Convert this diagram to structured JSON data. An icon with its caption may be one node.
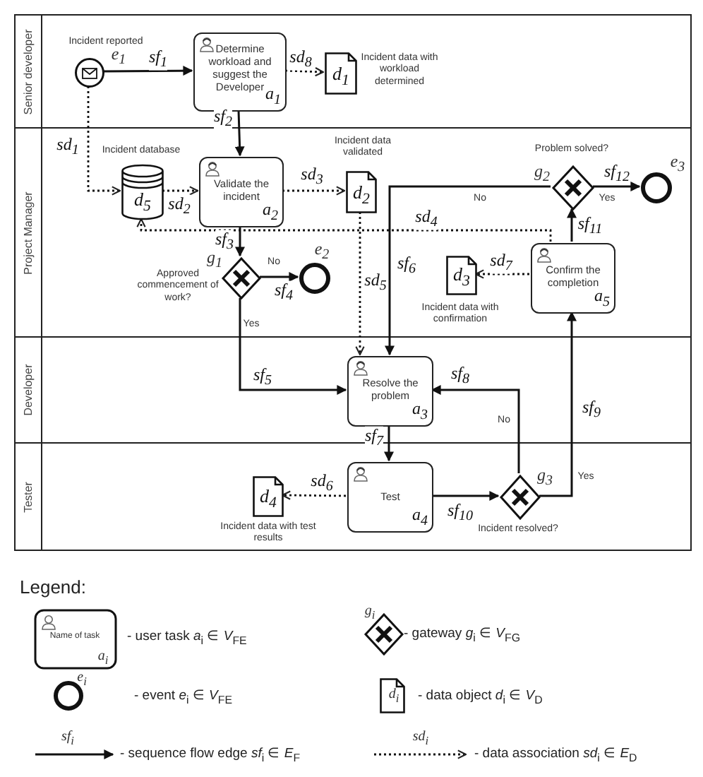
{
  "diagram": {
    "nodes": [
      {
        "text": [
          "Senior developer"
        ]
      },
      {
        "text": [
          "Project Manager"
        ]
      },
      {
        "text": [
          "Developer"
        ]
      },
      {
        "text": [
          "Tester"
        ]
      },
      {
        "text": [],
        "shape": "circle",
        "in": 0,
        "beside": [
          "Incident reported",
          "e$_{1}$"
        ]
      },
      {
        "text": [
          "Determine workload and suggest the Developer",
          "a$_{1}$"
        ],
        "in": 0
      },
      {
        "text": [
          "d$_{1}$"
        ],
        "in": 0,
        "beside": [
          "Incident data with workload determined"
        ]
      },
      {
        "text": [
          "d$_{5}$"
        ],
        "in": 1,
        "beside": [
          "Incident database"
        ]
      },
      {
        "text": [
          "Validate the incident",
          "a$_{2}$"
        ],
        "in": 1
      },
      {
        "text": [
          "d$_{2}$"
        ],
        "in": 1,
        "beside": [
          "Incident data validated"
        ]
      },
      {
        "text": [],
        "shape": "diamond",
        "in": 1,
        "beside": [
          "g$_{1}$",
          "Approved commencement of work?"
        ]
      },
      {
        "text": [],
        "shape": "circle",
        "in": 1,
        "beside": [
          "e$_{2}$"
        ]
      },
      {
        "text": [],
        "shape": "diamond",
        "in": 1,
        "beside": [
          "Problem solved?",
          "g$_{2}$"
        ]
      },
      {
        "text": [],
        "shape": "circle",
        "in": 1,
        "beside": [
          "e$_{3}$"
        ]
      },
      {
        "text": [
          "d$_{3}$"
        ],
        "in": 1,
        "beside": [
          "Incident data with confirmation"
        ]
      },
      {
        "text": [
          "Confirm the completion",
          "a$_{5}$"
        ],
        "in": 1
      },
      {
        "text": [
          "Resolve the problem",
          "a$_{3}$"
        ],
        "in": 2
      },
      {
        "text": [
          "d$_{4}$"
        ],
        "in": 3,
        "beside": [
          "Incident data with test results"
        ]
      },
      {
        "text": [
          "Test",
          "a$_{4}$"
        ],
        "in": 3
      },
      {
        "text": [],
        "shape": "diamond",
        "in": 3,
        "beside": [
          "g$_{3}$",
          "Incident resolved?"
        ]
      }
    ],
    "edges": [
      {
        "from": 4,
        "to": 5,
        "arrow": "to",
        "label": "sf$_{1}$"
      },
      {
        "from": 5,
        "to": 6,
        "arrow": "to",
        "label": "sd$_{8}$",
        "style": "dashed"
      },
      {
        "from": 5,
        "to": 8,
        "arrow": "to",
        "label": "sf$_{2}$"
      },
      {
        "from": 4,
        "to": 7,
        "arrow": "to",
        "label": "sd$_{1}$",
        "style": "dashed"
      },
      {
        "from": 7,
        "to": 8,
        "arrow": "to",
        "label": "sd$_{2}$",
        "style": "dashed"
      },
      {
        "from": 8,
        "to": 9,
        "arrow": "to",
        "label": "sd$_{3}$",
        "style": "dashed"
      },
      {
        "from": 8,
        "to": 10,
        "arrow": "to",
        "label": "sf$_{3}$"
      },
      {
        "from": 10,
        "to": 11,
        "arrow": "to",
        "label": "sf$_{4}$"
      },
      {
        "from": 10,
        "to": 16,
        "arrow": "to",
        "label": "sf$_{5}$"
      },
      {
        "from": 15,
        "to": 7,
        "arrow": "to",
        "label": "sd$_{4}$",
        "style": "dashed"
      },
      {
        "from": 9,
        "to": 16,
        "arrow": "to",
        "label": "sd$_{5}$",
        "style": "dashed"
      },
      {
        "from": 12,
        "to": 16,
        "arrow": "to",
        "label": "sf$_{6}$"
      },
      {
        "from": 15,
        "to": 14,
        "arrow": "to",
        "label": "sd$_{7}$",
        "style": "dashed"
      },
      {
        "from": 15,
        "to": 12,
        "arrow": "to",
        "label": "sf$_{11}$"
      },
      {
        "from": 12,
        "to": 13,
        "arrow": "to",
        "label": "sf$_{12}$"
      },
      {
        "from": 16,
        "to": 18,
        "arrow": "to",
        "label": "sf$_{7}$"
      },
      {
        "from": 18,
        "to": 17,
        "arrow": "to",
        "label": "sd$_{6}$",
        "style": "dashed"
      },
      {
        "from": 18,
        "to": 19,
        "arrow": "to",
        "label": "sf$_{10}$"
      },
      {
        "from": 19,
        "to": 16,
        "arrow": "to",
        "label": "sf$_{8}$"
      },
      {
        "from": 19,
        "to": 15,
        "arrow": "to",
        "label": "sf$_{9}$"
      }
    ],
    "labels": [
      "No",
      "Yes",
      "No",
      "Yes",
      "No",
      "Yes",
      "Legend:",
      "Name of task",
      "a$_{i}$",
      "g$_{i}$",
      "e$_{i}$",
      "d$_{i}$",
      "sf$_{i}$",
      "sd$_{i}$"
    ],
    "legend": [
      {
        "text": "- user task *a*$_{i}$ ∈ *V*$_{FE}$"
      },
      {
        "text": "- gateway *g*$_{i}$ ∈ *V*$_{FG}$"
      },
      {
        "text": "- event *e*$_{i}$ ∈ *V*$_{FE}$"
      },
      {
        "text": "- data object *d*$_{i}$ ∈ *V*$_{D}$"
      },
      {
        "text": "- sequence flow edge *sf*$_{i}$ ∈ *E*$_{F}$"
      },
      {
        "text": "- data association *sd*$_{i}$ ∈ *E*$_{D}$"
      }
    ]
  }
}
